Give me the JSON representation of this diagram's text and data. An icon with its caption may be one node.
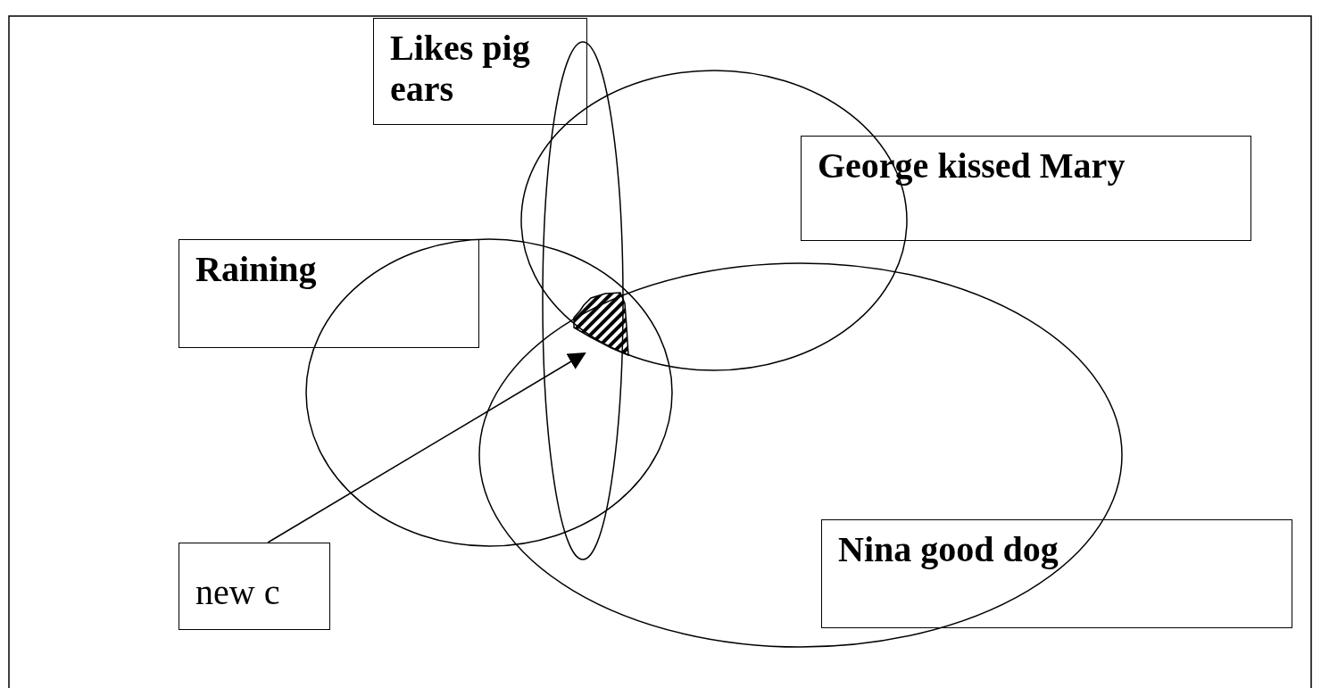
{
  "diagram": {
    "nodes": [
      {
        "text": [
          "Likes pig ears"
        ]
      },
      {
        "text": [
          "George kissed Mary"
        ]
      },
      {
        "text": [
          "Raining"
        ]
      },
      {
        "text": [
          "Nina good dog"
        ]
      },
      {
        "text": [
          "new c"
        ]
      },
      {
        "text": [],
        "shape": "region"
      }
    ],
    "edges": [
      {
        "from": 4,
        "to": 5,
        "arrow": "to"
      }
    ]
  }
}
